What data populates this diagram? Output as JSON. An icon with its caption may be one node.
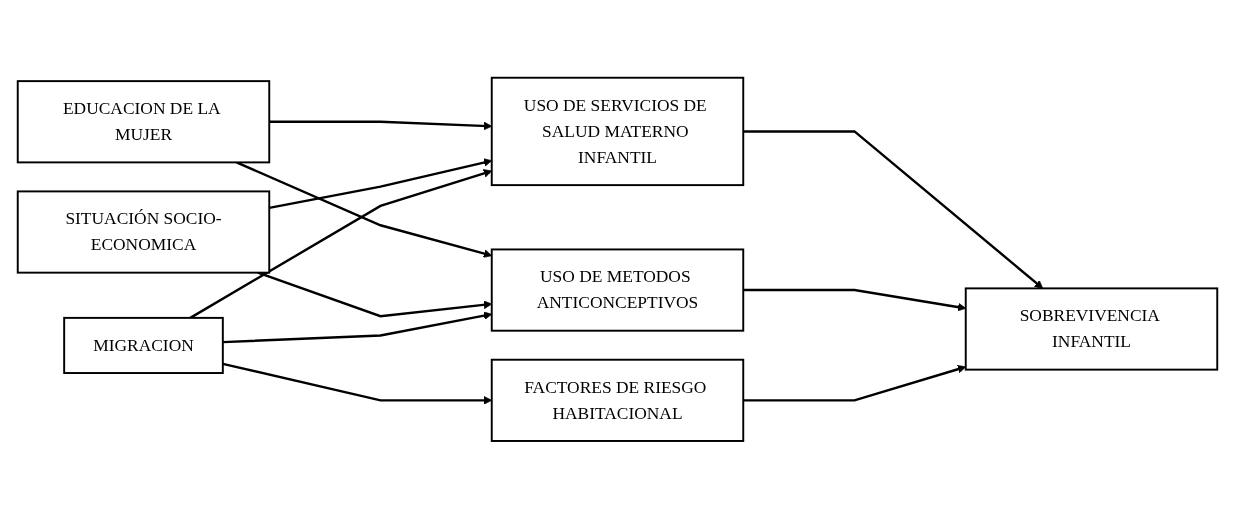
{
  "diagram": {
    "nodes": [
      {
        "text": [
          "EDUCACION DE LA MUJER"
        ]
      },
      {
        "text": [
          "SITUACIÓN SOCIO-ECONOMICA"
        ]
      },
      {
        "text": [
          "USO DE SERVICIOS DE SALUD MATERNO INFANTIL"
        ]
      },
      {
        "text": [
          "MIGRACION"
        ]
      },
      {
        "text": [
          "USO DE METODOS ANTICONCEPTIVOS"
        ]
      },
      {
        "text": [
          "SOBREVIVENCIA INFANTIL"
        ]
      },
      {
        "text": [
          "FACTORES DE RIESGO HABITACIONAL"
        ]
      }
    ],
    "edges": [
      {
        "from": 0,
        "to": 2,
        "arrow": "to"
      },
      {
        "from": 0,
        "to": 4,
        "arrow": "to"
      },
      {
        "from": 1,
        "to": 2,
        "arrow": "to"
      },
      {
        "from": 1,
        "to": 4,
        "arrow": "to"
      },
      {
        "from": 3,
        "to": 2,
        "arrow": "to"
      },
      {
        "from": 3,
        "to": 4,
        "arrow": "to"
      },
      {
        "from": 3,
        "to": 6,
        "arrow": "to"
      },
      {
        "from": 2,
        "to": 5,
        "arrow": "to"
      },
      {
        "from": 4,
        "to": 5,
        "arrow": "to"
      },
      {
        "from": 6,
        "to": 5,
        "arrow": "to"
      }
    ]
  }
}
